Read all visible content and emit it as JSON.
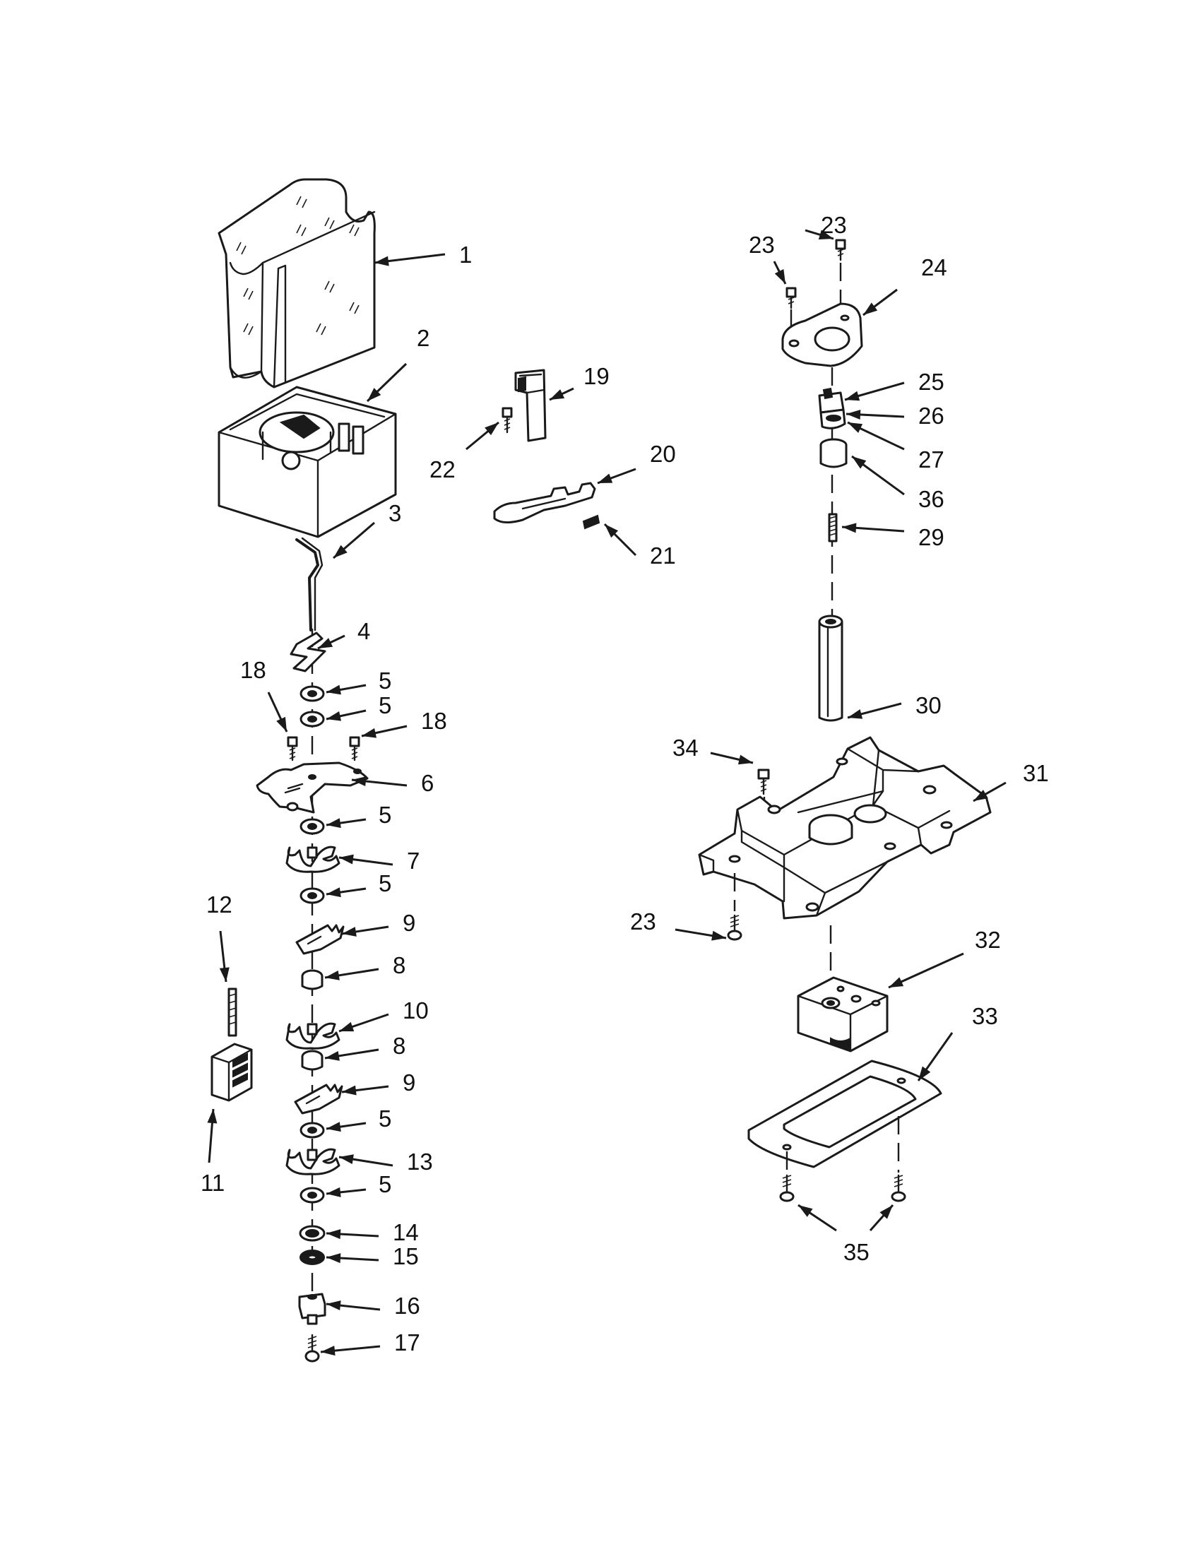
{
  "callouts": [
    {
      "id": "c1",
      "label": "1"
    },
    {
      "id": "c2",
      "label": "2"
    },
    {
      "id": "c3",
      "label": "3"
    },
    {
      "id": "c4",
      "label": "4"
    },
    {
      "id": "c5a",
      "label": "5"
    },
    {
      "id": "c5b",
      "label": "5"
    },
    {
      "id": "c5c",
      "label": "5"
    },
    {
      "id": "c5d",
      "label": "5"
    },
    {
      "id": "c5e",
      "label": "5"
    },
    {
      "id": "c5f",
      "label": "5"
    },
    {
      "id": "c6",
      "label": "6"
    },
    {
      "id": "c7",
      "label": "7"
    },
    {
      "id": "c8a",
      "label": "8"
    },
    {
      "id": "c8b",
      "label": "8"
    },
    {
      "id": "c9a",
      "label": "9"
    },
    {
      "id": "c9b",
      "label": "9"
    },
    {
      "id": "c10",
      "label": "10"
    },
    {
      "id": "c11",
      "label": "11"
    },
    {
      "id": "c12",
      "label": "12"
    },
    {
      "id": "c13",
      "label": "13"
    },
    {
      "id": "c14",
      "label": "14"
    },
    {
      "id": "c15",
      "label": "15"
    },
    {
      "id": "c16",
      "label": "16"
    },
    {
      "id": "c17",
      "label": "17"
    },
    {
      "id": "c18a",
      "label": "18"
    },
    {
      "id": "c18b",
      "label": "18"
    },
    {
      "id": "c19",
      "label": "19"
    },
    {
      "id": "c20",
      "label": "20"
    },
    {
      "id": "c21",
      "label": "21"
    },
    {
      "id": "c22",
      "label": "22"
    },
    {
      "id": "c23a",
      "label": "23"
    },
    {
      "id": "c23b",
      "label": "23"
    },
    {
      "id": "c24",
      "label": "24"
    },
    {
      "id": "c25",
      "label": "25"
    },
    {
      "id": "c26",
      "label": "26"
    },
    {
      "id": "c27",
      "label": "27"
    },
    {
      "id": "c36",
      "label": "36"
    },
    {
      "id": "c29",
      "label": "29"
    },
    {
      "id": "c30",
      "label": "30"
    },
    {
      "id": "c31",
      "label": "31"
    },
    {
      "id": "c34",
      "label": "34"
    },
    {
      "id": "c23c",
      "label": "23"
    },
    {
      "id": "c32",
      "label": "32"
    },
    {
      "id": "c33",
      "label": "33"
    },
    {
      "id": "c35",
      "label": "35"
    }
  ]
}
